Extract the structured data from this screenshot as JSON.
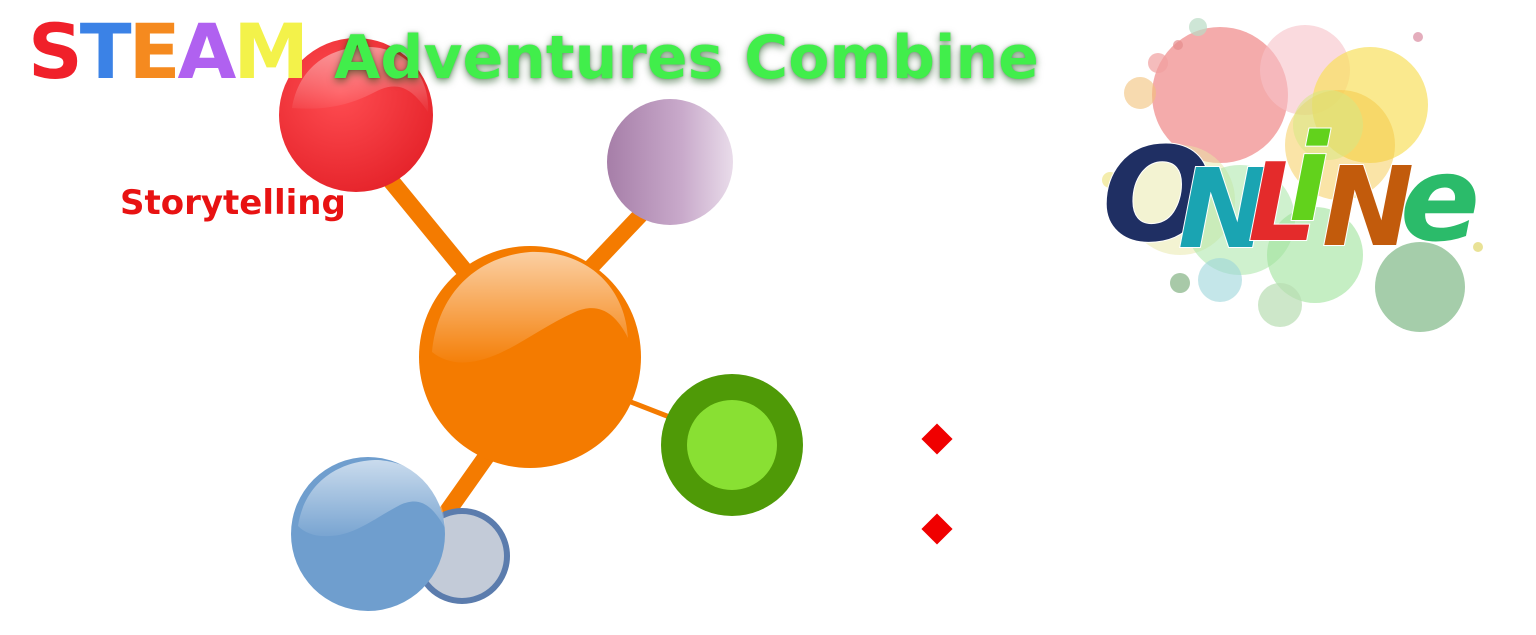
{
  "title": {
    "steam_letters": [
      {
        "char": "S",
        "color": "#f0202a"
      },
      {
        "char": "T",
        "color": "#3b82e6"
      },
      {
        "char": "E",
        "color": "#f58a1f"
      },
      {
        "char": "A",
        "color": "#b061f0"
      },
      {
        "char": "M",
        "color": "#f3f24a"
      }
    ],
    "rest": "Adventures Combine",
    "rest_color": "#41ee4b"
  },
  "labels": {
    "storytelling": "Storytelling",
    "storytelling_color": "#e81212"
  },
  "molecule": {
    "colors": {
      "red": "#ef2a2f",
      "lilac": "#b48fb6",
      "orange": "#f47b00",
      "green_ring": "#4f9a07",
      "green_core": "#89e033",
      "blue": "#6f9ece",
      "grey_blue": "#c3cbd8",
      "grey_blue_ring": "#5b7cad"
    }
  },
  "bullets": {
    "color": "#f00000",
    "count": 2
  },
  "online_logo": {
    "letters": [
      "O",
      "N",
      "L",
      "i",
      "N",
      "e"
    ],
    "letter_colors": [
      "#1f2f63",
      "#1aa4b2",
      "#e42b2b",
      "#62d21c",
      "#c25b0c",
      "#2bbb6a"
    ]
  }
}
